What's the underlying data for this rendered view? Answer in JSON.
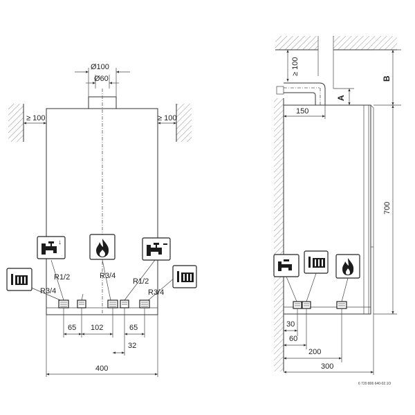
{
  "front_view": {
    "flue_outer": "Ø100",
    "flue_inner": "Ø60",
    "clearance_left": "≥ 100",
    "clearance_right": "≥ 100",
    "thread_hot": "R1/2",
    "thread_gas": "R3/4",
    "thread_cold": "R1/2",
    "thread_heat_flow": "R3/4",
    "thread_heat_return": "R3/4",
    "dim_65_left": "65",
    "dim_102": "102",
    "dim_65_right": "65",
    "dim_32": "32",
    "dim_width": "400"
  },
  "side_view": {
    "clearance_top": "≥ 100",
    "label_b": "B",
    "label_a": "A",
    "dim_150": "150",
    "dim_height": "700",
    "dim_30": "30",
    "dim_60": "60",
    "dim_200": "200",
    "dim_300": "300"
  },
  "doc_number": "6 720 806 640-02.1O",
  "icons": [
    "hot-water-tap-icon",
    "gas-flame-icon",
    "cold-water-tap-icon",
    "heating-radiator-icon"
  ]
}
